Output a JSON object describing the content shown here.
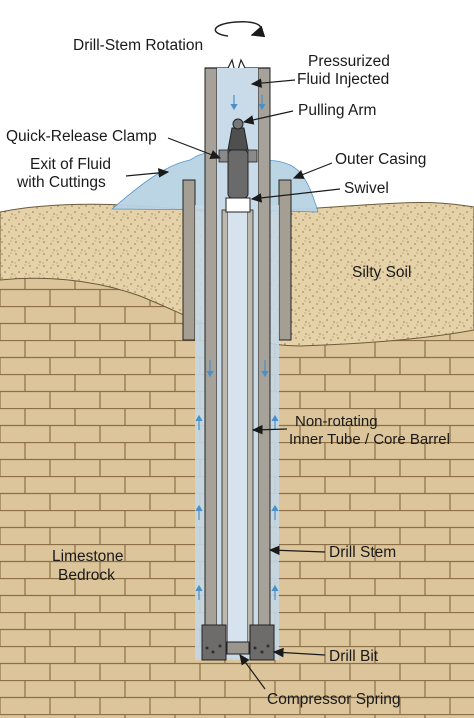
{
  "labels": {
    "drill_stem_rotation": "Drill-Stem Rotation",
    "pressurized_fluid_line1": "Pressurized",
    "pressurized_fluid_line2": "Fluid Injected",
    "pulling_arm": "Pulling Arm",
    "quick_release_clamp": "Quick-Release Clamp",
    "exit_fluid_line1": "Exit of Fluid",
    "exit_fluid_line2": "with Cuttings",
    "outer_casing": "Outer Casing",
    "swivel": "Swivel",
    "silty_soil": "Silty Soil",
    "inner_tube_line1": "Non-rotating",
    "inner_tube_line2": "Inner Tube / Core Barrel",
    "drill_stem": "Drill Stem",
    "limestone_line1": "Limestone",
    "limestone_line2": "Bedrock",
    "drill_bit": "Drill Bit",
    "compressor_spring": "Compressor Spring"
  },
  "colors": {
    "brick_fill": "#dcc59b",
    "mortar": "#8c6f47",
    "soil_fill": "#e6d2a8",
    "soil_dots": "#8d7650",
    "casing": "#a59e92",
    "stem_fluid": "#c4d7e6",
    "fluid_arrow": "#4a90c8",
    "fluid_pool": "#b9d3e4",
    "outline": "#222222"
  }
}
